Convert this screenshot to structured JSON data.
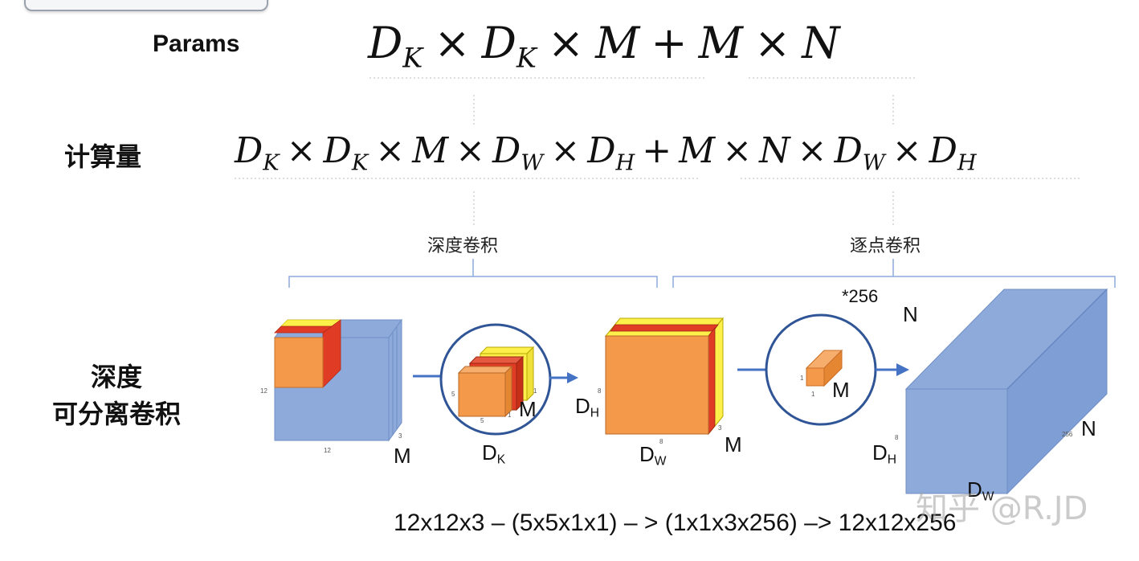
{
  "rows": {
    "params_label": "Params",
    "calc_label": "计算量",
    "separable_label_line1": "深度",
    "separable_label_line2": "可分离卷积"
  },
  "params_formula": {
    "d": "D",
    "k": "K",
    "m": "M",
    "n": "N",
    "times": "×",
    "plus": "+"
  },
  "calc_formula": {
    "w": "W",
    "h": "H"
  },
  "sections": {
    "depthwise": "深度卷积",
    "pointwise": "逐点卷积"
  },
  "labels": {
    "input_m": "M",
    "input_side_h": "12",
    "input_side_w": "12",
    "input_depth": "3",
    "kernel_m": "M",
    "kernel_d": "D",
    "kernel_k": "K",
    "kernel_side_5a": "5",
    "kernel_side_5b": "5",
    "kernel_side_1a": "1",
    "kernel_side_1b": "1",
    "mid_dh_d": "D",
    "mid_dh_h": "H",
    "mid_dw_d": "D",
    "mid_dw_w": "W",
    "mid_m": "M",
    "mid_side_8a": "8",
    "mid_side_8b": "8",
    "mid_depth": "3",
    "pw_count": "*256",
    "pw_n": "N",
    "pw_m": "M",
    "pw_side_1a": "1",
    "pw_side_1b": "1",
    "out_dh_d": "D",
    "out_dh_h": "H",
    "out_dw_d": "D",
    "out_dw_w": "W",
    "out_n": "N",
    "out_side_8": "8",
    "out_depth": "256"
  },
  "bottom_formula": "12x12x3 – (5x5x1x1) – > (1x1x3x256) –> 12x12x256",
  "watermark": "知乎 @R.JD",
  "colors": {
    "blue": "#8eaadb",
    "orange": "#f4994a",
    "red": "#e03b24",
    "yellow": "#fdf04a",
    "circle": "#2f5597",
    "arrow": "#4472c4",
    "bracket": "#8eaadb"
  }
}
